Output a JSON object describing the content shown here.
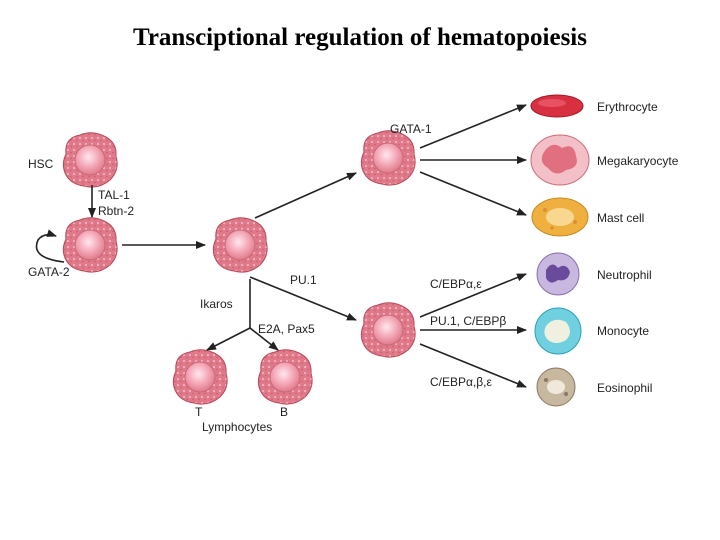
{
  "title": "Transciptional regulation of hematopoiesis",
  "labels": {
    "hsc": "HSC",
    "tal1": "TAL-1",
    "rbtn2": "Rbtn-2",
    "gata2": "GATA-2",
    "gata1": "GATA-1",
    "pu1": "PU.1",
    "ikaros": "Ikaros",
    "e2a_pax5": "E2A, Pax5",
    "cebp_ae": "C/EBPα,ε",
    "pu1_cebpb": "PU.1, C/EBPβ",
    "cebp_abe": "C/EBPα,β,ε",
    "t": "T",
    "b": "B",
    "lymphocytes": "Lymphocytes"
  },
  "cells": {
    "erythrocyte": "Erythrocyte",
    "megakaryocyte": "Megakaryocyte",
    "mast": "Mast cell",
    "neutrophil": "Neutrophil",
    "monocyte": "Monocyte",
    "eosinophil": "Eosinophil"
  },
  "colors": {
    "progenitor": "#e07a8a",
    "erythrocyte": "#d83040",
    "mast": "#f0b040",
    "neutrophil": "#b8a8d8",
    "monocyte": "#70d0e0",
    "eosinophil": "#c8b8a0"
  }
}
